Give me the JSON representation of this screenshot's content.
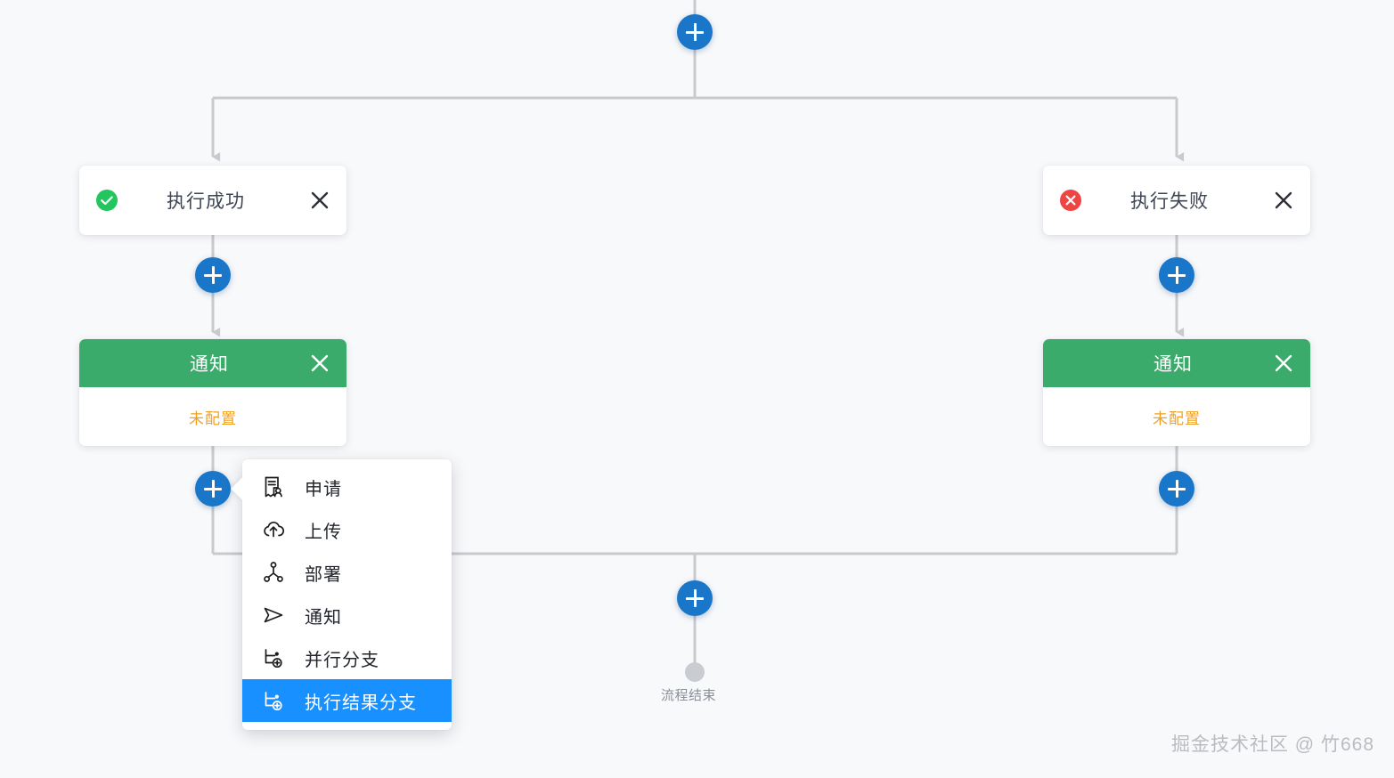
{
  "canvas": {
    "background_color": "#f8f9fb",
    "line_color": "#c8cacd",
    "accent_color": "#1a76c8",
    "highlight_color": "#1890ff",
    "success_color": "#22c55e",
    "error_color": "#ef4444",
    "notify_header_color": "#3aab6a",
    "warning_text_color": "#f0a020"
  },
  "nodes": {
    "success_branch": {
      "title": "执行成功",
      "icon": "check-circle-icon",
      "close_label": "×"
    },
    "failure_branch": {
      "title": "执行失败",
      "icon": "error-circle-icon",
      "close_label": "×"
    },
    "notify_left": {
      "title": "通知",
      "status": "未配置",
      "close_label": "×"
    },
    "notify_right": {
      "title": "通知",
      "status": "未配置",
      "close_label": "×"
    },
    "end": {
      "label": "流程结束"
    }
  },
  "add_buttons": [
    {
      "name": "add-node-top",
      "label": "+"
    },
    {
      "name": "add-node-left-upper",
      "label": "+"
    },
    {
      "name": "add-node-left-lower",
      "label": "+"
    },
    {
      "name": "add-node-right-upper",
      "label": "+"
    },
    {
      "name": "add-node-right-lower",
      "label": "+"
    },
    {
      "name": "add-node-bottom",
      "label": "+"
    }
  ],
  "menu": {
    "items": [
      {
        "label": "申请",
        "icon": "document-person-icon",
        "active": false
      },
      {
        "label": "上传",
        "icon": "cloud-upload-icon",
        "active": false
      },
      {
        "label": "部署",
        "icon": "deploy-network-icon",
        "active": false
      },
      {
        "label": "通知",
        "icon": "send-plane-icon",
        "active": false
      },
      {
        "label": "并行分支",
        "icon": "parallel-branch-icon",
        "active": false
      },
      {
        "label": "执行结果分支",
        "icon": "result-branch-icon",
        "active": true
      }
    ]
  },
  "watermark": {
    "text": "掘金技术社区 @ 竹668"
  }
}
